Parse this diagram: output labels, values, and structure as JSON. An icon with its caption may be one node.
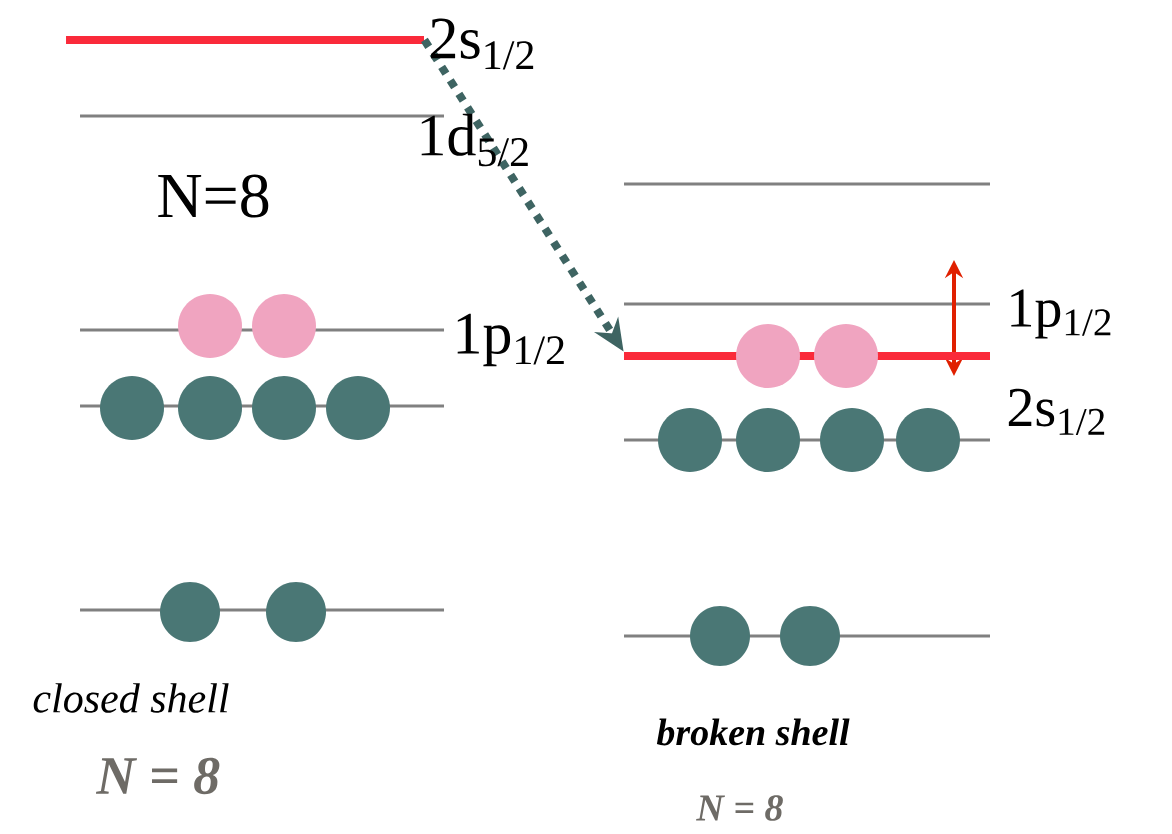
{
  "diagram": {
    "nodes": [
      {
        "text": [],
        "shape": "bar"
      },
      {
        "text": [],
        "shape": "bar"
      }
    ],
    "edges": [
      {
        "from": 0,
        "to": 1,
        "arrow": "to",
        "style": "dashed",
        "color": "#3e6462"
      }
    ],
    "labels": [
      "2s$_{1/2}$",
      "1d$_{5/2}$",
      "N=8",
      "1p$_{1/2}$",
      "1p$_{1/2}$",
      "2s$_{1/2}$",
      "closed shell",
      "N = 8",
      "broken shell",
      "N = 8"
    ]
  }
}
